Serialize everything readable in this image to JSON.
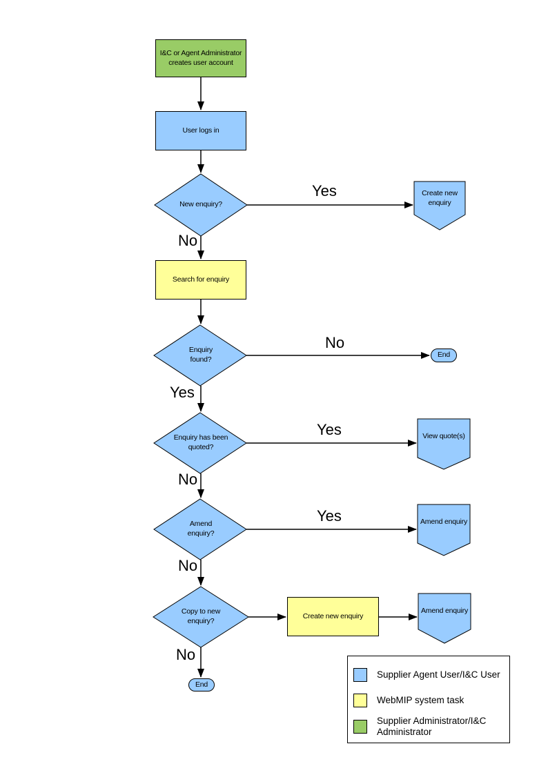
{
  "flowchart": {
    "nodes": {
      "create_account": "I&C or Agent Administrator creates user account",
      "user_logs_in": "User logs in",
      "new_enquiry_decision": "New enquiry?",
      "create_new_enquiry_top": "Create new enquiry",
      "search_for_enquiry": "Search for enquiry",
      "enquiry_found_decision": "Enquiry found?",
      "end_middle": "End",
      "enquiry_quoted_decision": "Enquiry has been quoted?",
      "view_quotes": "View quote(s)",
      "amend_enquiry_decision": "Amend enquiry?",
      "amend_enquiry_right": "Amend enquiry",
      "copy_to_new_decision": "Copy to new enquiry?",
      "create_new_enquiry_bottom": "Create new enquiry",
      "amend_enquiry_bottom": "Amend enquiry",
      "end_bottom": "End"
    },
    "edge_labels": {
      "new_enquiry_yes": "Yes",
      "new_enquiry_no": "No",
      "enquiry_found_no": "No",
      "enquiry_found_yes": "Yes",
      "enquiry_quoted_yes": "Yes",
      "enquiry_quoted_no": "No",
      "amend_enquiry_yes": "Yes",
      "amend_enquiry_no": "No",
      "copy_to_new_no": "No"
    },
    "colors": {
      "user_task": "#99CCFF",
      "system_task": "#FFFF99",
      "admin_task": "#99CC66",
      "outline": "#000000"
    }
  },
  "legend": {
    "items": [
      {
        "color": "#99CCFF",
        "label": "Supplier Agent User/I&C User"
      },
      {
        "color": "#FFFF99",
        "label": "WebMIP system task"
      },
      {
        "color": "#99CC66",
        "label": "Supplier Administrator/I&C Administrator"
      }
    ]
  }
}
